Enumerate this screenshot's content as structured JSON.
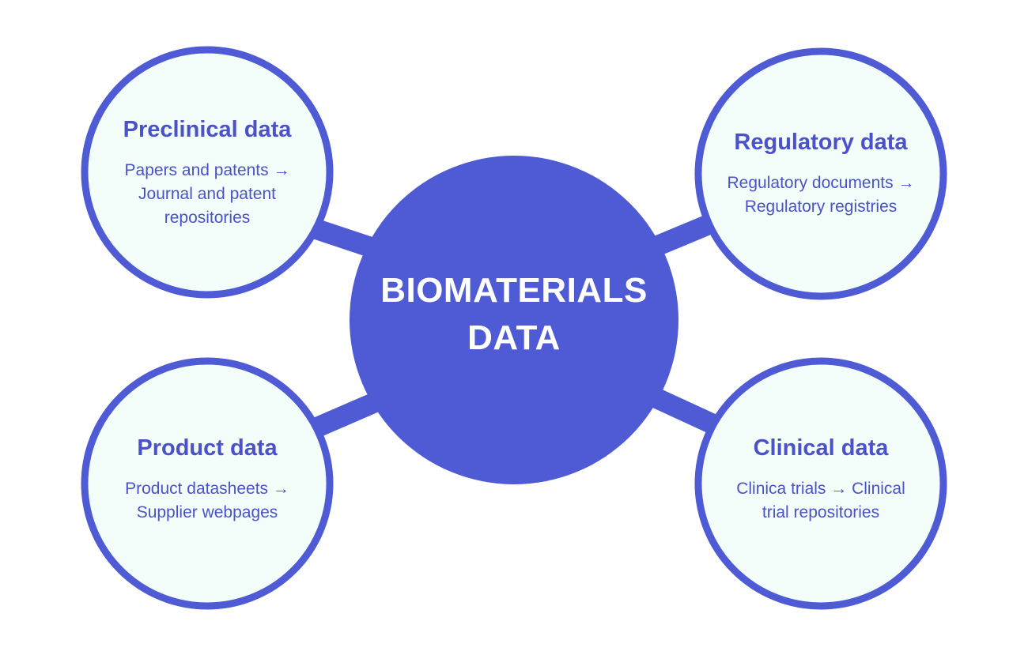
{
  "center": {
    "line1": "BIOMATERIALS",
    "line2": "DATA"
  },
  "nodes": {
    "preclinical": {
      "title": "Preclinical data",
      "desc": "Papers and patents → Journal and patent repositories"
    },
    "regulatory": {
      "title": "Regulatory data",
      "desc": "Regulatory documents → Regulatory registries"
    },
    "product": {
      "title": "Product data",
      "desc": "Product datasheets → Supplier webpages"
    },
    "clinical": {
      "title": "Clinical data",
      "desc": "Clinica trials → Clinical trial repositories"
    }
  },
  "colors": {
    "accent": "#4f5bd5",
    "node_fill": "#f3fdfa",
    "text": "#4b52c9"
  }
}
